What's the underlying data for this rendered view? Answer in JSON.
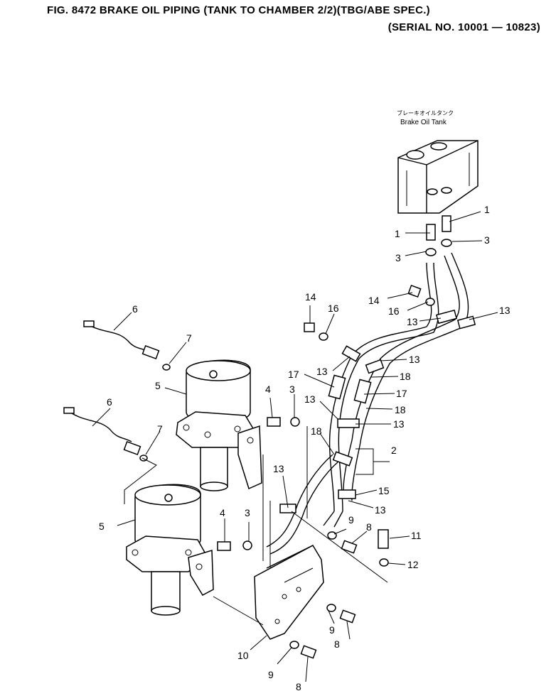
{
  "header": {
    "title": "FIG. 8472  BRAKE OIL PIPING (TANK TO CHAMBER 2/2)(TBG/ABE SPEC.)",
    "serial": "(SERIAL NO. 10001 — 10823)"
  },
  "tank_label": {
    "jp": "ブレーキオイルタンク",
    "en": "Brake Oil Tank"
  },
  "callouts": [
    {
      "id": "c1a",
      "text": "1"
    },
    {
      "id": "c1b",
      "text": "1"
    },
    {
      "id": "c2",
      "text": "2"
    },
    {
      "id": "c3a",
      "text": "3"
    },
    {
      "id": "c3b",
      "text": "3"
    },
    {
      "id": "c3c",
      "text": "3"
    },
    {
      "id": "c3d",
      "text": "3"
    },
    {
      "id": "c4a",
      "text": "4"
    },
    {
      "id": "c4b",
      "text": "4"
    },
    {
      "id": "c5a",
      "text": "5"
    },
    {
      "id": "c5b",
      "text": "5"
    },
    {
      "id": "c6a",
      "text": "6"
    },
    {
      "id": "c6b",
      "text": "6"
    },
    {
      "id": "c7a",
      "text": "7"
    },
    {
      "id": "c7b",
      "text": "7"
    },
    {
      "id": "c8a",
      "text": "8"
    },
    {
      "id": "c8b",
      "text": "8"
    },
    {
      "id": "c8c",
      "text": "8"
    },
    {
      "id": "c9a",
      "text": "9"
    },
    {
      "id": "c9b",
      "text": "9"
    },
    {
      "id": "c9c",
      "text": "9"
    },
    {
      "id": "c10",
      "text": "10"
    },
    {
      "id": "c11",
      "text": "11"
    },
    {
      "id": "c12",
      "text": "12"
    },
    {
      "id": "c13a",
      "text": "13"
    },
    {
      "id": "c13b",
      "text": "13"
    },
    {
      "id": "c13c",
      "text": "13"
    },
    {
      "id": "c13d",
      "text": "13"
    },
    {
      "id": "c13e",
      "text": "13"
    },
    {
      "id": "c13f",
      "text": "13"
    },
    {
      "id": "c13g",
      "text": "13"
    },
    {
      "id": "c13h",
      "text": "13"
    },
    {
      "id": "c14a",
      "text": "14"
    },
    {
      "id": "c14b",
      "text": "14"
    },
    {
      "id": "c15",
      "text": "15"
    },
    {
      "id": "c16a",
      "text": "16"
    },
    {
      "id": "c16b",
      "text": "16"
    },
    {
      "id": "c17a",
      "text": "17"
    },
    {
      "id": "c17b",
      "text": "17"
    },
    {
      "id": "c18a",
      "text": "18"
    },
    {
      "id": "c18b",
      "text": "18"
    },
    {
      "id": "c18c",
      "text": "18"
    }
  ]
}
